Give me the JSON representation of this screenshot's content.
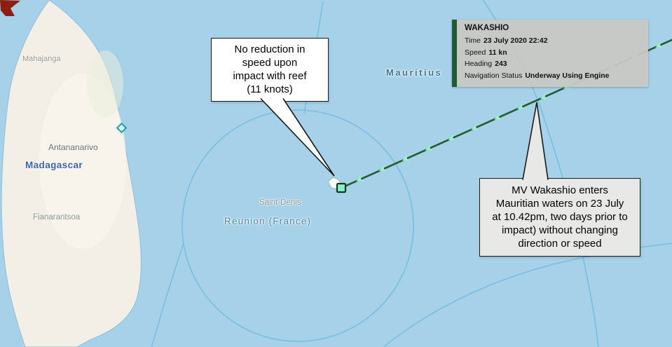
{
  "map": {
    "place_labels": {
      "mahajanga": "Mahajanga",
      "antananarivo": "Antananarivo",
      "madagascar": "Madagascar",
      "fianarantsoa": "Fianarantsoa",
      "mauritius": "Mauritius",
      "saint_denis": "Saint-Denis",
      "reunion": "Reunion (France)"
    },
    "colors": {
      "ocean": "#a7d1e8",
      "land": "#f3efe6",
      "eez_boundary": "#7cc0e2",
      "track": "#215e2f",
      "track_arrows": "#9af0c8",
      "vessel_fill": "#8ceec8",
      "tooltip_accent": "#1e5c2e",
      "red_marker": "#8e1e12"
    }
  },
  "vessel_tooltip": {
    "title": "WAKASHIO",
    "rows": [
      {
        "label": "Time",
        "value": "23 July 2020 22:42"
      },
      {
        "label": "Speed",
        "value": "11 kn"
      },
      {
        "label": "Heading",
        "value": "243"
      },
      {
        "label": "Navigation Status",
        "value": "Underway Using Engine"
      }
    ]
  },
  "annotations": {
    "impact_note": "No reduction  in\nspeed upon\nimpact with reef\n(11 knots)",
    "entry_note": "MV Wakashio enters\nMauritian waters on 23 July\nat 10.42pm, two days prior to\nimpact) without changing\ndirection or speed"
  }
}
